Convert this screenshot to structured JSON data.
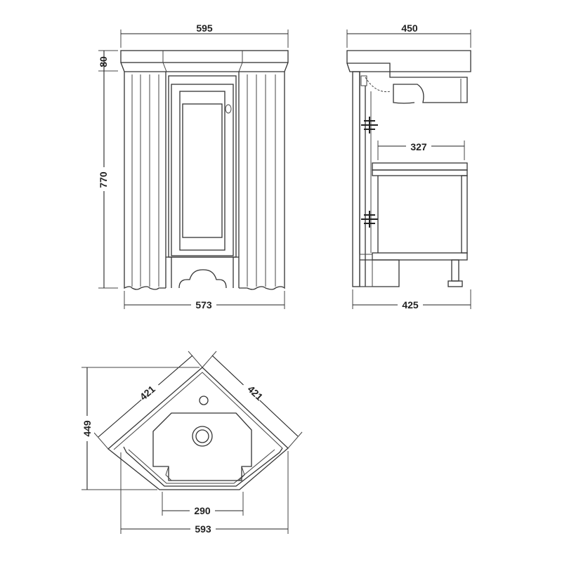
{
  "dimensions": {
    "front_top_width": "595",
    "worktop_height": "80",
    "cabinet_height": "770",
    "front_base_width": "573",
    "side_top_depth": "450",
    "side_inner_depth": "327",
    "side_base_depth": "425",
    "plan_left_side": "421",
    "plan_right_side": "421",
    "plan_depth": "449",
    "plan_inner_width": "290",
    "plan_front_width": "593"
  },
  "colors": {
    "line": "#333333",
    "background": "#ffffff"
  }
}
